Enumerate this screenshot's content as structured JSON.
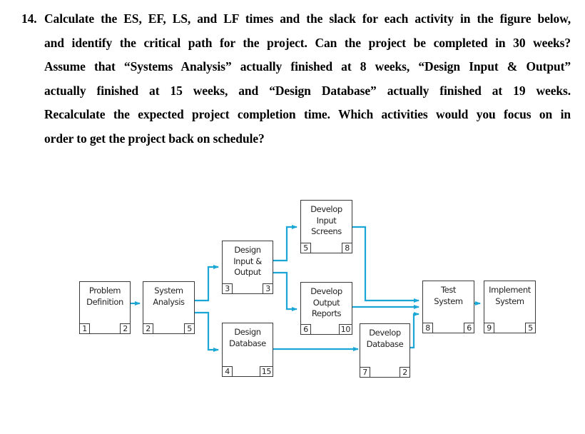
{
  "question": {
    "number": "14.",
    "lines": [
      "Calculate the ES, EF, LS, and LF times and the slack for each activity in the figure below,",
      "and identify the critical path for the project. Can the project be completed in 30 weeks?",
      "Assume that “Systems Analysis” actually finished at 8 weeks, “Design Input & Output”",
      "actually finished at 15 weeks, and “Design Database” actually finished at 19 weeks.",
      "Recalculate the expected project completion time. Which activities would you focus on in",
      "order to get the project back on schedule?"
    ]
  },
  "diagram": {
    "arrow_color": "#1aa6d6",
    "border_color": "#3a3a3a",
    "nodes": [
      {
        "id": 1,
        "label_lines": [
          "Problem",
          "Definition"
        ],
        "activity_number": "1",
        "duration": "2"
      },
      {
        "id": 2,
        "label_lines": [
          "System",
          "Analysis"
        ],
        "activity_number": "2",
        "duration": "5"
      },
      {
        "id": 3,
        "label_lines": [
          "Design",
          "Input &",
          "Output"
        ],
        "activity_number": "3",
        "duration": "3"
      },
      {
        "id": 4,
        "label_lines": [
          "Design",
          "Database"
        ],
        "activity_number": "4",
        "duration": "15"
      },
      {
        "id": 5,
        "label_lines": [
          "Develop",
          "Input",
          "Screens"
        ],
        "activity_number": "5",
        "duration": "8"
      },
      {
        "id": 6,
        "label_lines": [
          "Develop",
          "Output",
          "Reports"
        ],
        "activity_number": "6",
        "duration": "10"
      },
      {
        "id": 7,
        "label_lines": [
          "Develop",
          "Database"
        ],
        "activity_number": "7",
        "duration": "2"
      },
      {
        "id": 8,
        "label_lines": [
          "Test",
          "System"
        ],
        "activity_number": "8",
        "duration": "6"
      },
      {
        "id": 9,
        "label_lines": [
          "Implement",
          "System"
        ],
        "activity_number": "9",
        "duration": "5"
      }
    ],
    "edges": [
      {
        "from": 1,
        "to": 2
      },
      {
        "from": 2,
        "to": 3
      },
      {
        "from": 2,
        "to": 4
      },
      {
        "from": 3,
        "to": 5
      },
      {
        "from": 3,
        "to": 6
      },
      {
        "from": 4,
        "to": 7
      },
      {
        "from": 5,
        "to": 8
      },
      {
        "from": 6,
        "to": 8
      },
      {
        "from": 7,
        "to": 8
      },
      {
        "from": 8,
        "to": 9
      }
    ]
  }
}
